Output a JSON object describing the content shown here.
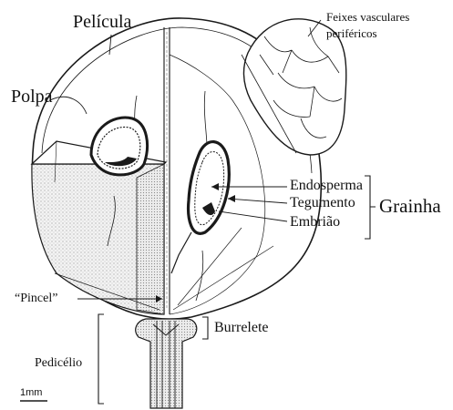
{
  "labels": {
    "pelicula": "Película",
    "polpa": "Polpa",
    "feixes_line1": "Feixes vasculares",
    "feixes_line2": "periféricos",
    "endosperma": "Endosperma",
    "tegumento": "Tegumento",
    "embriao": "Embrião",
    "grainha": "Grainha",
    "pincel": "“Pincel”",
    "burrelete": "Burrelete",
    "pedicelio": "Pedicélio",
    "scale": "1mm"
  },
  "colors": {
    "ink": "#1a1a1a",
    "paper": "#ffffff",
    "stipple": "#e9e9e9"
  }
}
